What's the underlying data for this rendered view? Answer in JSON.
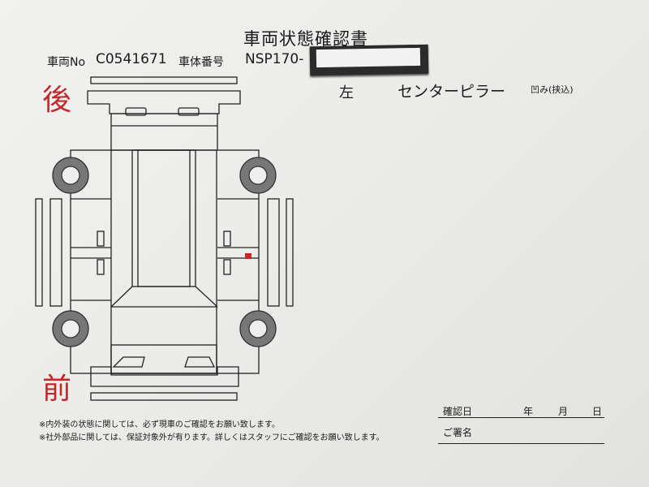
{
  "title": "車両状態確認書",
  "vehicle": {
    "no_label": "車両No",
    "no_value": "C0541671",
    "chassis_label": "車体番号",
    "chassis_value": "NSP170-"
  },
  "diagram": {
    "rear_label": "後",
    "front_label": "前",
    "damage_mark_color": "#c0282a"
  },
  "damage_note": {
    "side": "左",
    "part": "センターピラー",
    "condition": "凹み(挟込)"
  },
  "notes": [
    "※内外装の状態に関しては、必ず現車のご確認をお願い致します。",
    "※社外部品に関しては、保証対象外が有ります。詳しくはスタッフにご確認をお願い致します。"
  ],
  "confirmation": {
    "date_label": "確認日",
    "year": "年",
    "month": "月",
    "day": "日",
    "signature_label": "ご署名"
  }
}
